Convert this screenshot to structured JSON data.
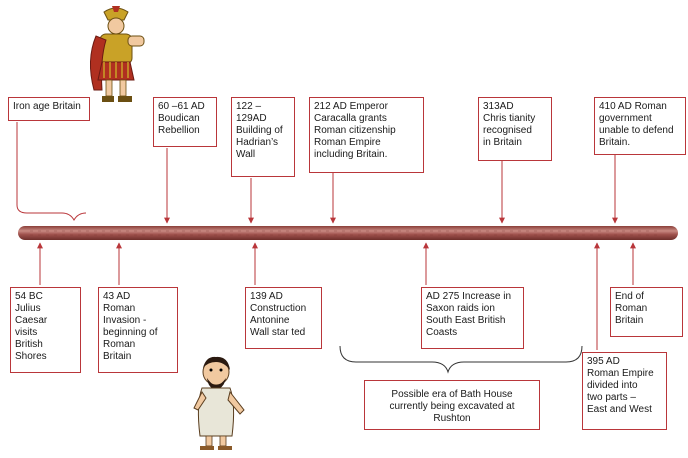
{
  "events_above": [
    {
      "id": "iron-age",
      "label": "Iron age Britain"
    },
    {
      "id": "boudican",
      "label": "60 –61 AD\nBoudican\nRebellion"
    },
    {
      "id": "hadrian",
      "label": "122 –\n129AD\nBuilding of\nHadrian’s\nWall"
    },
    {
      "id": "caracalla",
      "label": "212 AD Emperor\nCaracalla grants\nRoman citizenship\nRoman Empire\nincluding Britain."
    },
    {
      "id": "christianity",
      "label": "313AD\nChris tianity\nrecognised\nin Britain"
    },
    {
      "id": "defend",
      "label": "410 AD Roman\ngovernment\nunable to defend\nBritain."
    }
  ],
  "events_below": [
    {
      "id": "caesar",
      "label": "54 BC\nJulius\nCaesar\nvisits\nBritish\nShores"
    },
    {
      "id": "invasion",
      "label": "43 AD\nRoman\nInvasion   -\nbeginning of\nRoman\nBritain"
    },
    {
      "id": "antonine",
      "label": "139 AD\nConstruction\nAntonine\nWall star  ted"
    },
    {
      "id": "saxon",
      "label": "AD 275 Increase in\nSaxon raids ion\nSouth East British\nCoasts"
    },
    {
      "id": "divided",
      "label": "395 AD\nRoman Empire\ndivided into\ntwo parts  –\nEast and West"
    },
    {
      "id": "end",
      "label": "End of\nRoman\nBritain"
    }
  ],
  "bath_house": {
    "label": "Possible era of Bath House\ncurrently being excavated at\nRushton"
  },
  "colors": {
    "box_border": "#b9363a",
    "arrow": "#b9363a",
    "bar": "#a0524d",
    "bar_light": "#c98a82"
  },
  "illustrations": [
    "roman-soldier-illustration",
    "roman-citizen-illustration"
  ]
}
